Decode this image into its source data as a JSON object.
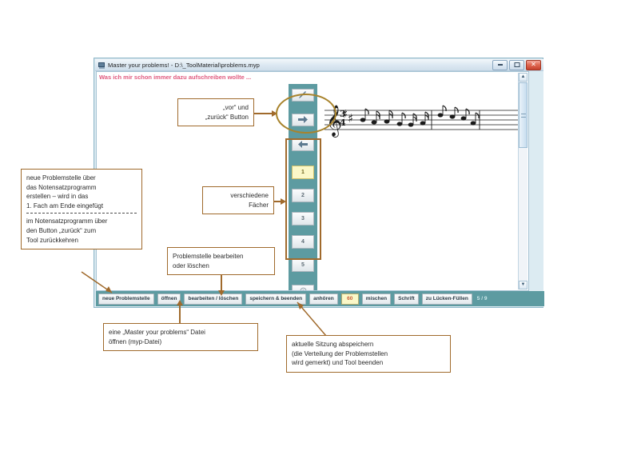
{
  "window": {
    "title": "Master your problems! - D:\\_ToolMaterial\\problems.myp",
    "icon": "app-icon",
    "minimize_label": "—",
    "maximize_label": "",
    "close_label": "✕"
  },
  "document": {
    "header_text": "Was ich mir schon immer dazu aufschreiben wollte ...",
    "staff": {
      "clef": "treble-clef",
      "key_signature": "two-sharps",
      "time_signature": "3/4",
      "notes": "eighth-notes-sequence"
    }
  },
  "vertical_toolbar": {
    "edit_label": "↗",
    "forward_label": "⇨",
    "back_label": "⇦",
    "subject_buttons": [
      "1",
      "2",
      "3",
      "4",
      "5"
    ],
    "active_subject": "1",
    "settings_label": "○"
  },
  "bottom_toolbar": {
    "buttons": [
      "neue Problemstelle",
      "öffnen",
      "bearbeiten / löschen",
      "speichern & beenden",
      "anhören"
    ],
    "number_field_value": "60",
    "buttons_after": [
      "mischen",
      "Schrift",
      "zu Lücken-Füllen"
    ],
    "counter": "5 / 9"
  },
  "annotations": {
    "vor_zurueck": {
      "line1": "„vor“ und",
      "line2": "„zurück“ Button"
    },
    "neue_problemstelle": {
      "line1": "neue Problemstelle über",
      "line2": "das Notensatzprogramm",
      "line3": "erstellen – wird in das",
      "line4": "1. Fach am Ende eingefügt",
      "line5": "im Notensatzprogramm über",
      "line6": "den Button „zurück“ zum",
      "line7": "Tool zurückkehren"
    },
    "verschiedene_faecher": {
      "line1": "verschiedene",
      "line2": "Fächer"
    },
    "bearbeiten_loeschen": {
      "line1": "Problemstelle bearbeiten",
      "line2": "oder löschen"
    },
    "oeffnen": {
      "line1": "eine „Master your problems“ Datei",
      "line2": "öffnen (myp-Datei)"
    },
    "speichern": {
      "line1": "aktuelle Sitzung abspeichern",
      "line2": "(die Verteilung der Problemstellen",
      "line3": "wird gemerkt) und Tool beenden"
    }
  },
  "colors": {
    "teal": "#5d9ba1",
    "annotation_border": "#a06a2c",
    "highlight_yellow": "#fbf8c8",
    "header_red": "#e05a7e",
    "ellipse": "#a8832c"
  }
}
